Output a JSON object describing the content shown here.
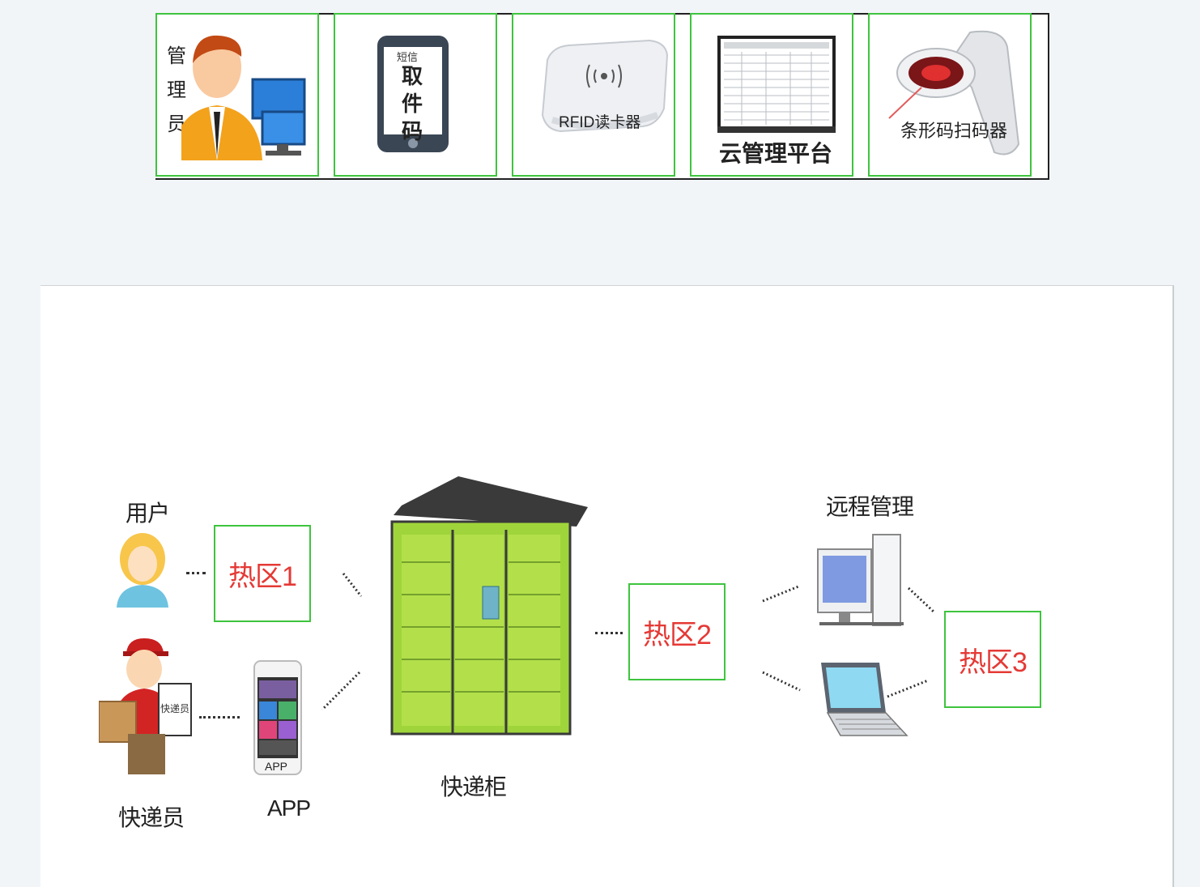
{
  "toolbar": {
    "tiles": [
      {
        "name": "admin",
        "text": "管理员",
        "icon": "admin-person-icon"
      },
      {
        "name": "pickup-code",
        "text": "取件码",
        "small": "短信",
        "icon": "phone-icon"
      },
      {
        "name": "rfid-reader",
        "text": "RFID读卡器",
        "icon": "rfid-reader-icon"
      },
      {
        "name": "cloud-platform",
        "text": "云管理平台",
        "icon": "monitor-icon"
      },
      {
        "name": "barcode-scanner",
        "text": "条形码扫码器",
        "icon": "barcode-scanner-icon"
      }
    ]
  },
  "diagram": {
    "user_label": "用户",
    "courier_label": "快递员",
    "app_label": "APP",
    "app_screen_label": "APP",
    "courier_sign": "快递员",
    "locker_label": "快递柜",
    "remote_label": "远程管理",
    "hotspots": [
      {
        "label": "热区1"
      },
      {
        "label": "热区2"
      },
      {
        "label": "热区3"
      }
    ]
  },
  "colors": {
    "hotspot_border": "#3ec43e",
    "hotspot_text": "#e53935",
    "locker_green": "#9fd53a"
  }
}
